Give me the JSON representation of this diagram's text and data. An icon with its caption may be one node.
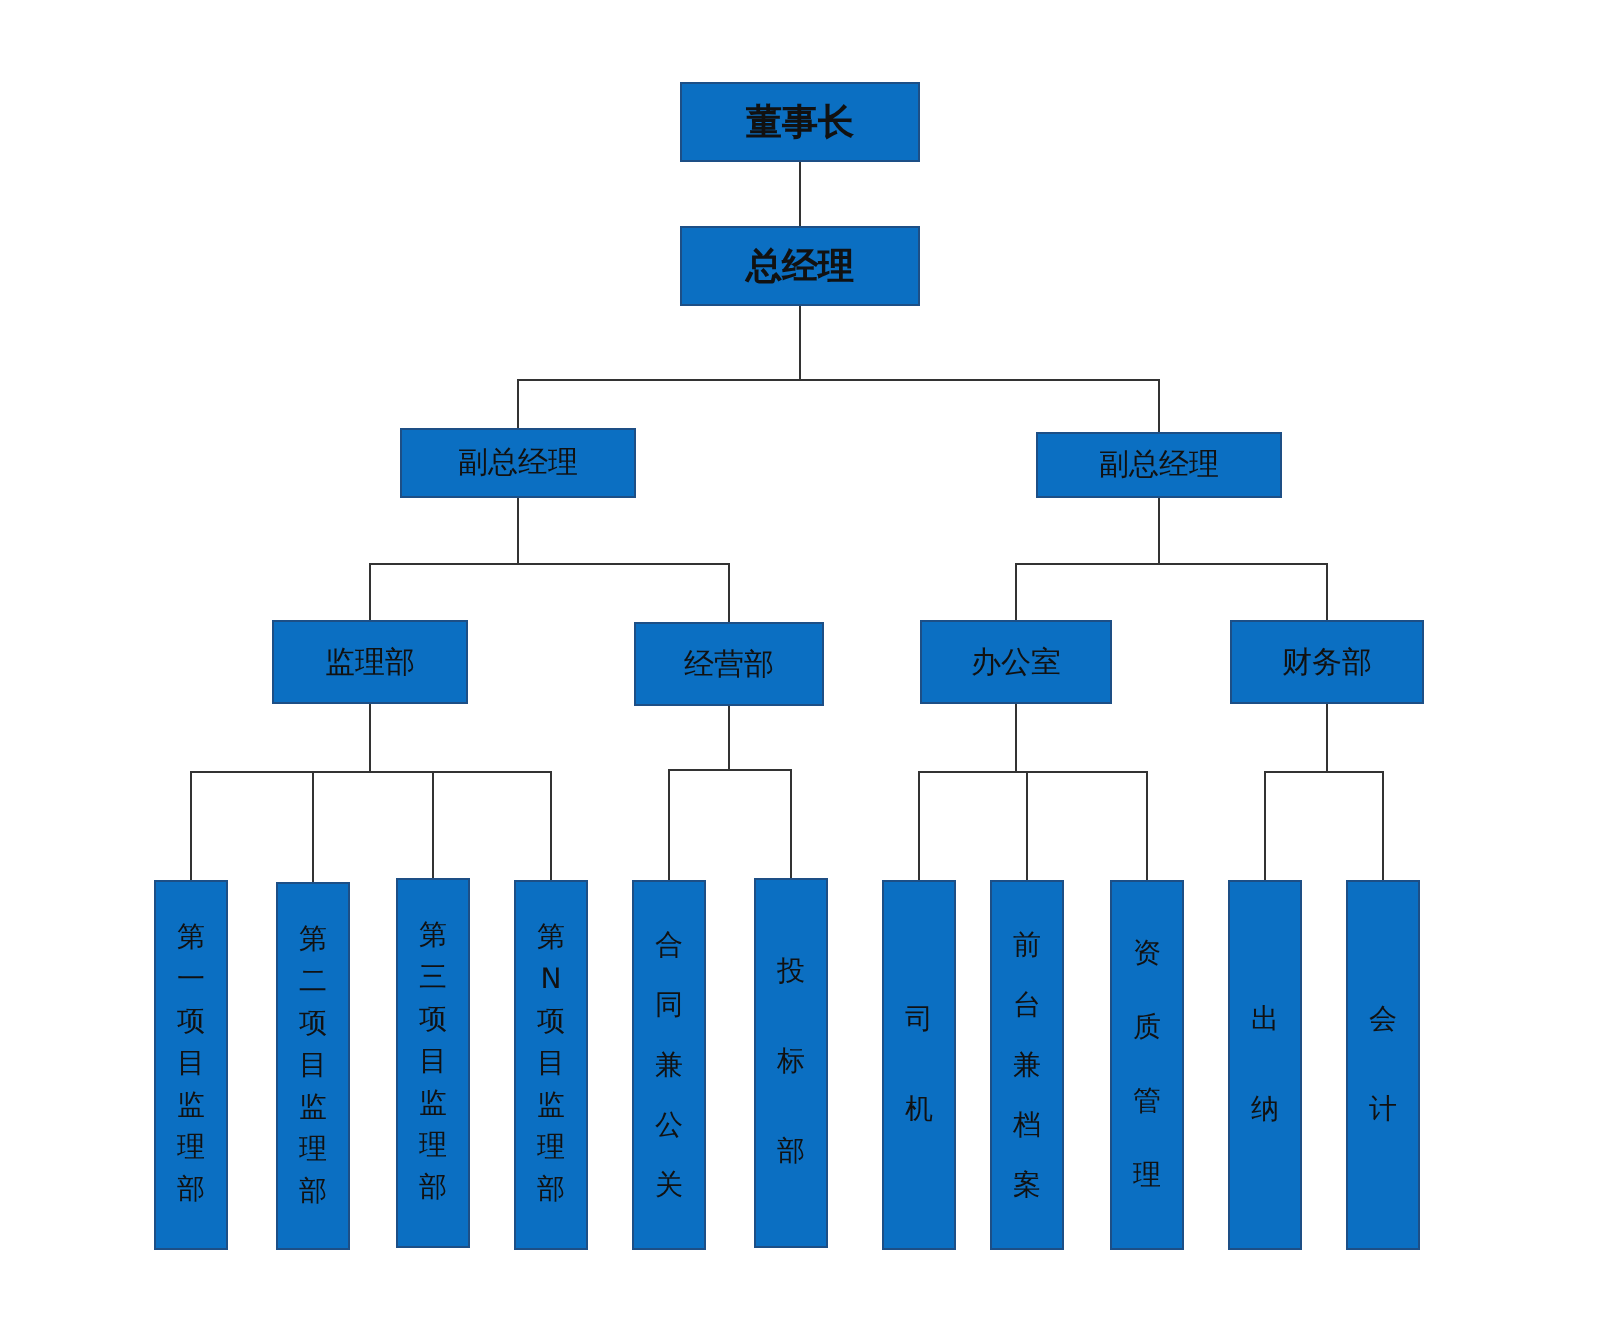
{
  "diagram": {
    "nodes": [
      {
        "text": [
          "董事长"
        ]
      },
      {
        "text": [
          "总经理"
        ]
      },
      {
        "text": [
          "副总经理"
        ]
      },
      {
        "text": [
          "副总经理"
        ]
      },
      {
        "text": [
          "监理部"
        ]
      },
      {
        "text": [
          "经营部"
        ]
      },
      {
        "text": [
          "办公室"
        ]
      },
      {
        "text": [
          "财务部"
        ]
      },
      {
        "text": [
          "第一项目监理部"
        ]
      },
      {
        "text": [
          "第二项目监理部"
        ]
      },
      {
        "text": [
          "第三项目监理部"
        ]
      },
      {
        "text": [
          "第N项目监理部"
        ]
      },
      {
        "text": [
          "合同兼公关"
        ]
      },
      {
        "text": [
          "投标部"
        ]
      },
      {
        "text": [
          "司机"
        ]
      },
      {
        "text": [
          "前台兼档案"
        ]
      },
      {
        "text": [
          "资质管理"
        ]
      },
      {
        "text": [
          "出纳"
        ]
      },
      {
        "text": [
          "会计"
        ]
      }
    ],
    "edges": [
      {
        "from": 0,
        "to": 1,
        "arrow": "none"
      },
      {
        "from": 1,
        "to": 2,
        "arrow": "none"
      },
      {
        "from": 1,
        "to": 3,
        "arrow": "none"
      },
      {
        "from": 2,
        "to": 4,
        "arrow": "none"
      },
      {
        "from": 2,
        "to": 5,
        "arrow": "none"
      },
      {
        "from": 3,
        "to": 6,
        "arrow": "none"
      },
      {
        "from": 3,
        "to": 7,
        "arrow": "none"
      },
      {
        "from": 4,
        "to": 8,
        "arrow": "none"
      },
      {
        "from": 4,
        "to": 9,
        "arrow": "none"
      },
      {
        "from": 4,
        "to": 10,
        "arrow": "none"
      },
      {
        "from": 4,
        "to": 11,
        "arrow": "none"
      },
      {
        "from": 5,
        "to": 12,
        "arrow": "none"
      },
      {
        "from": 5,
        "to": 13,
        "arrow": "none"
      },
      {
        "from": 6,
        "to": 14,
        "arrow": "none"
      },
      {
        "from": 6,
        "to": 15,
        "arrow": "none"
      },
      {
        "from": 6,
        "to": 16,
        "arrow": "none"
      },
      {
        "from": 7,
        "to": 17,
        "arrow": "none"
      },
      {
        "from": 7,
        "to": 18,
        "arrow": "none"
      }
    ]
  }
}
